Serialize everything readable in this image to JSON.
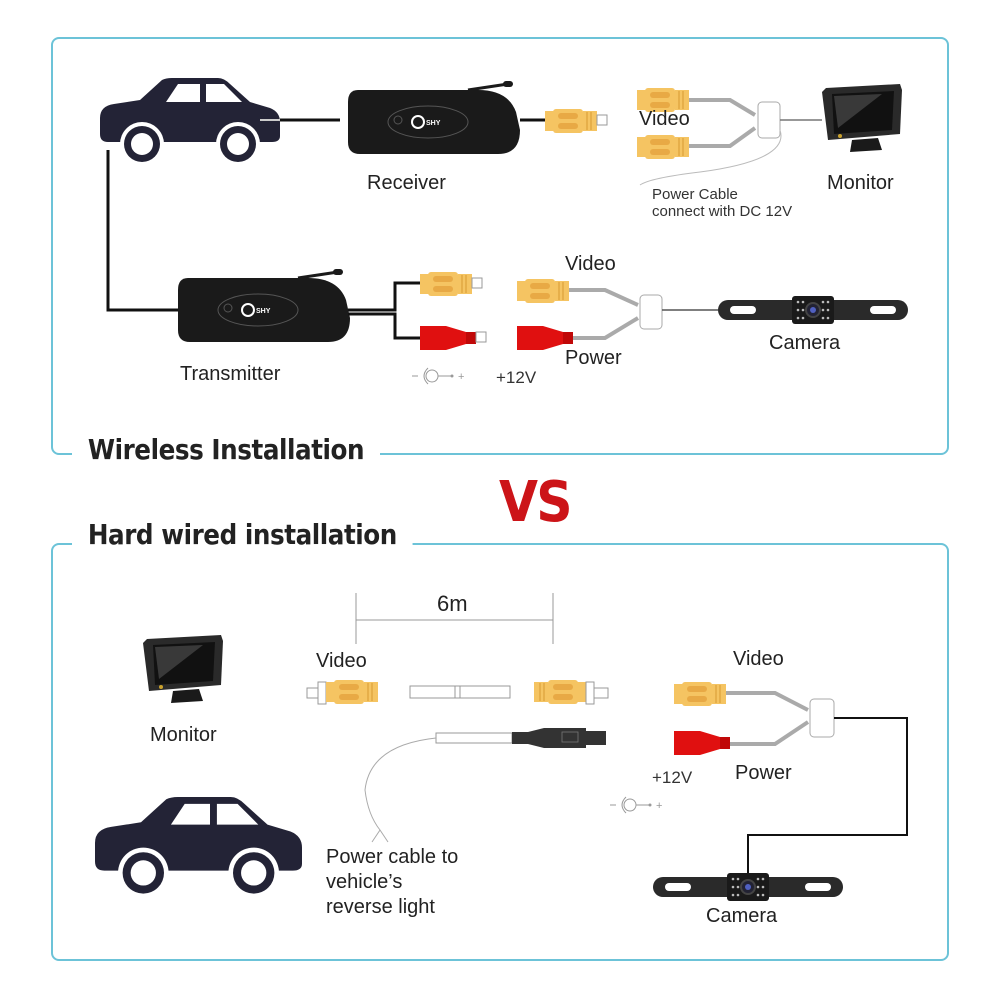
{
  "sections": {
    "wireless": {
      "title": "Wireless Installation",
      "labels": {
        "receiver": "Receiver",
        "monitor": "Monitor",
        "video_top": "Video",
        "power_cable": "Power Cable",
        "power_cable_line2": "connect with DC 12V",
        "transmitter": "Transmitter",
        "video_mid": "Video",
        "power": "Power",
        "voltage": "+12V",
        "camera": "Camera"
      },
      "brand_text": "SHY"
    },
    "vs_label": "VS",
    "hardwired": {
      "title": "Hard wired installation",
      "labels": {
        "cable_length": "6m",
        "video_cable": "Video",
        "monitor": "Monitor",
        "power_cable_note_line1": "Power cable to",
        "power_cable_note_line2": "vehicle’s",
        "power_cable_note_line3": "reverse light",
        "video_camera": "Video",
        "voltage": "+12V",
        "power": "Power",
        "camera": "Camera"
      }
    }
  },
  "colors": {
    "panel_border": "#6cc3d8",
    "vs_red": "#cc1418",
    "rca_yellow": "#f5c462",
    "rca_red": "#e01010",
    "car_navy": "#232336",
    "device_black": "#1a1a1a"
  }
}
